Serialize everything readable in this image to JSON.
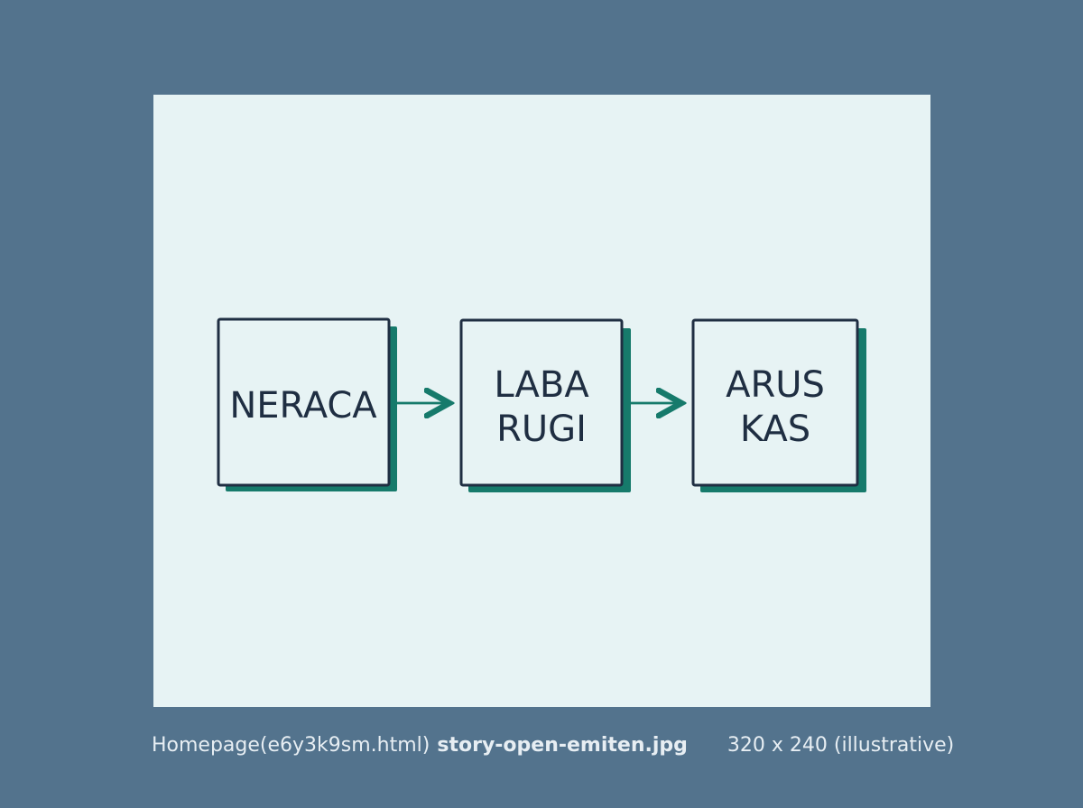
{
  "viewer": {
    "background_color": "#53738d",
    "canvas_color": "#e7f3f4"
  },
  "diagram": {
    "boxes": [
      {
        "id": "neraca",
        "lines": [
          "NERACA"
        ]
      },
      {
        "id": "laba-rugi",
        "lines": [
          "LABA",
          "RUGI"
        ]
      },
      {
        "id": "arus-kas",
        "lines": [
          "ARUS",
          "KAS"
        ]
      }
    ],
    "arrows": [
      {
        "from": "neraca",
        "to": "laba-rugi"
      },
      {
        "from": "laba-rugi",
        "to": "arus-kas"
      }
    ],
    "stroke_color": "#1f2e42",
    "accent_color": "#167a6b"
  },
  "caption": {
    "page_link": "Homepage(e6y3k9sm.html)",
    "filename": "story-open-emiten.jpg",
    "dimensions": "320 x 240 (illustrative)"
  }
}
